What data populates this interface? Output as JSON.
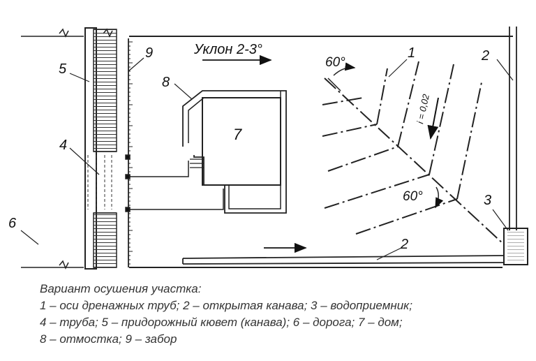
{
  "diagram": {
    "slope_label": "Уклон 2-3°",
    "angle_top": "60°",
    "angle_bottom": "60°",
    "gradient_label": "i = 0,02",
    "numbers": {
      "n1": "1",
      "n2_top": "2",
      "n2_bottom": "2",
      "n3": "3",
      "n4": "4",
      "n5": "5",
      "n6": "6",
      "n7": "7",
      "n8": "8",
      "n9": "9"
    }
  },
  "caption": {
    "title": "Вариант осушения участка:",
    "lines": [
      "1 – оси дренажных труб; 2 – открытая канава; 3 – водоприемник;",
      "4 – труба; 5 – придорожный кювет (канава); 6 – дорога; 7 – дом;",
      "8 – отмостка; 9 – забор"
    ]
  }
}
